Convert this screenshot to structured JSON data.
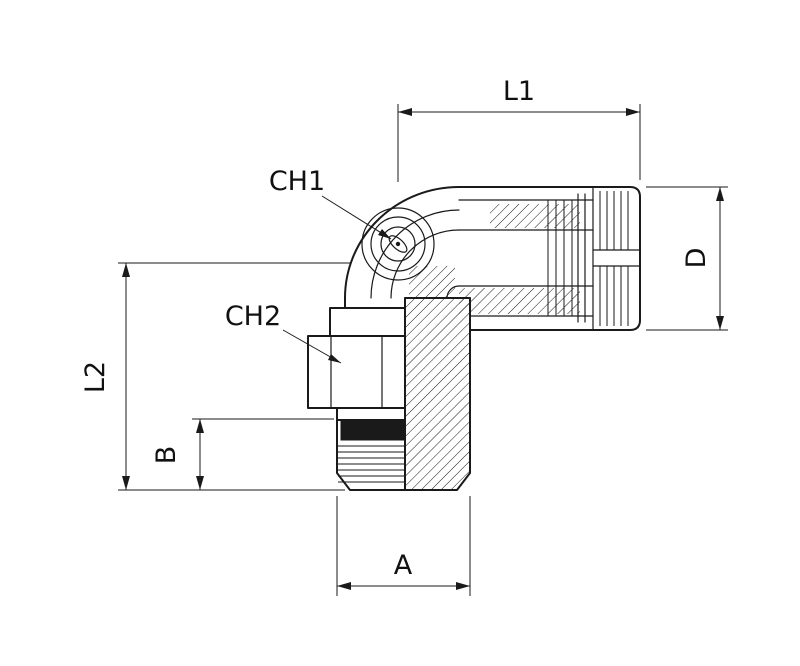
{
  "page": {
    "background": "#ffffff",
    "line_color": "#1a1a1a"
  },
  "drawing": {
    "labels": {
      "l1": "L1",
      "l2": "L2",
      "d": "D",
      "a": "A",
      "b": "B",
      "ch1": "CH1",
      "ch2": "CH2"
    }
  }
}
